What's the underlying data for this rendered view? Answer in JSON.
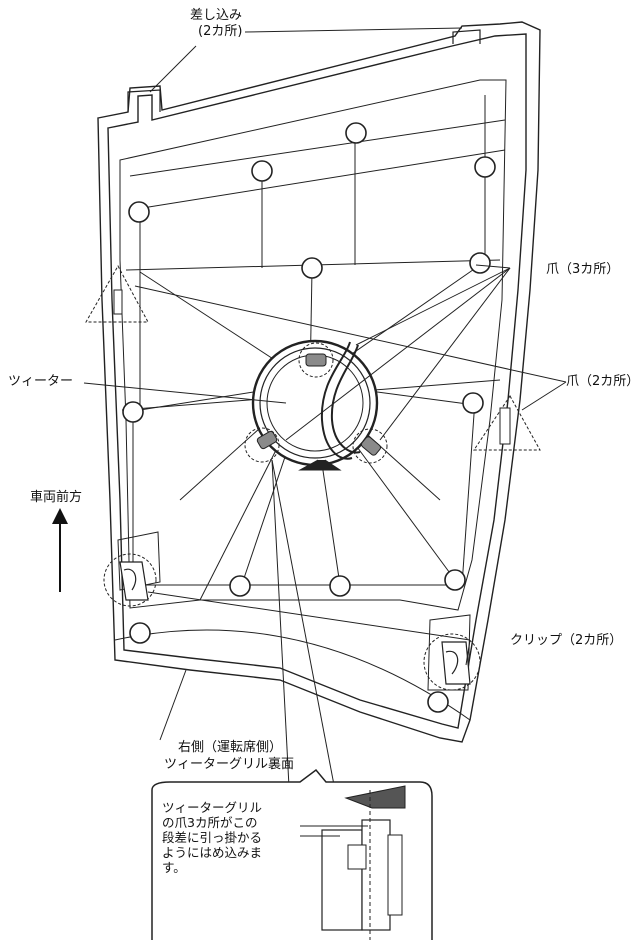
{
  "labels": {
    "insert_points": [
      "差し込み",
      "(2カ所)"
    ],
    "claws_3": "爪（3カ所）",
    "claws_2": "爪（2カ所）",
    "tweeter": "ツィーター",
    "vehicle_front": "車両前方",
    "clips": "クリップ（2カ所）",
    "grille_back": [
      "右側（運転席側）",
      "ツィーターグリル裏面"
    ]
  },
  "callout": {
    "lines": [
      "ツィーターグリル",
      "の爪3カ所がこの",
      "段差に引っ掛かる",
      "ようにはめ込みま",
      "す。"
    ]
  },
  "colors": {
    "line": "#222222",
    "panel_fill": "#ffffff",
    "claw_fill": "#8a8a8a",
    "part_fill": "#555555"
  }
}
